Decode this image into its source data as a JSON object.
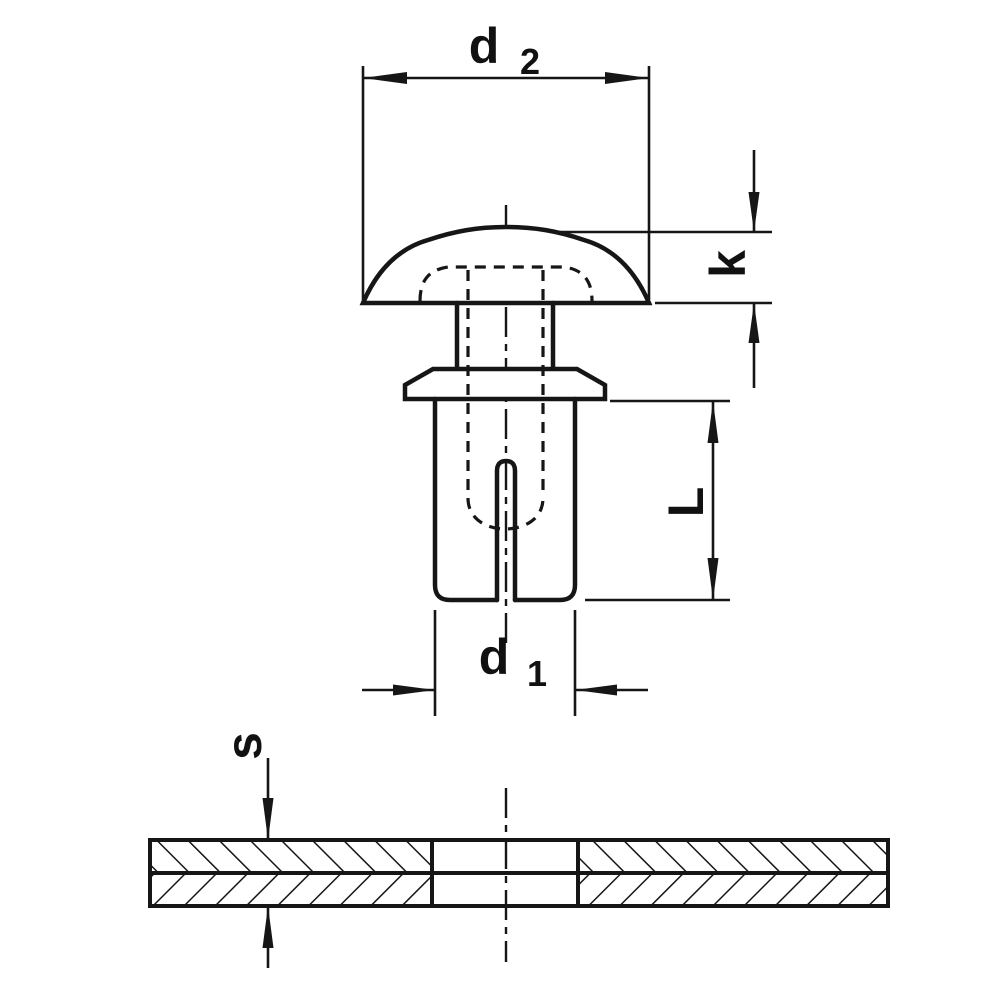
{
  "drawing": {
    "dimensions": {
      "d2_base": "d",
      "d2_sub": "2",
      "k": "k",
      "L": "L",
      "d1_base": "d",
      "d1_sub": "1",
      "s": "s"
    },
    "colors": {
      "line": "#161616",
      "background": "#ffffff"
    }
  }
}
